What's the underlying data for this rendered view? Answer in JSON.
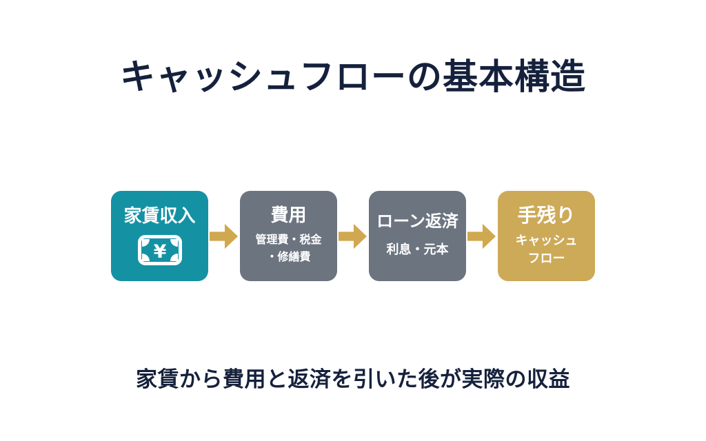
{
  "title": "キャッシュフローの基本構造",
  "caption": "家賃から費用と返済を引いた後が実際の収益",
  "colors": {
    "background": "#ffffff",
    "text_navy": "#15213c",
    "box_teal": "#1492a4",
    "box_gray": "#6c7480",
    "box_gold": "#cdaa58",
    "arrow_gold": "#d0a850",
    "box_text_white": "#ffffff"
  },
  "flow": {
    "steps": [
      {
        "label": "家賃収入",
        "icon": "yen-banknote-icon",
        "color": "#1492a4",
        "sublines": []
      },
      {
        "label": "費用",
        "color": "#6c7480",
        "sublines": [
          "管理費・税金",
          "・修繕費"
        ]
      },
      {
        "label": "ローン返済",
        "color": "#6c7480",
        "sublines": [
          "利息・元本"
        ]
      },
      {
        "label": "手残り",
        "color": "#cdaa58",
        "sublines": [
          "キャッシュ",
          "フロー"
        ]
      }
    ]
  },
  "icon": {
    "yen_symbol": "¥"
  }
}
